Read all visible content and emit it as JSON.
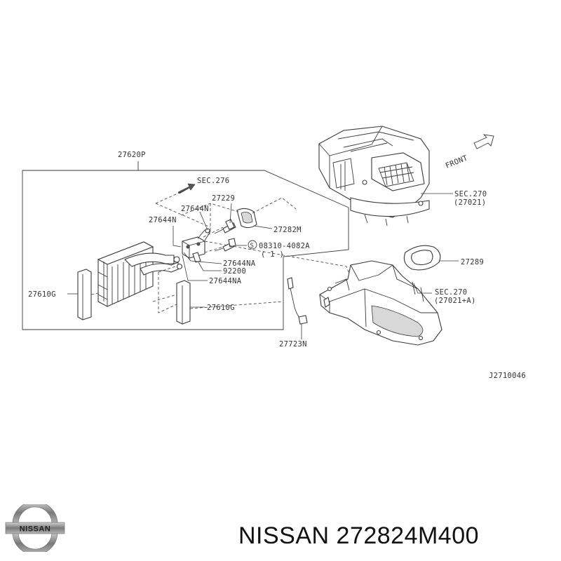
{
  "diagram": {
    "labels": {
      "p27620p": "27620P",
      "sec276": "SEC.276",
      "p27229": "27229",
      "p27644n_a": "27644N",
      "p27644n_b": "27644N",
      "p27282m": "27282M",
      "p08310": "08310-4082A",
      "p08310_qty": "( 1 )",
      "p27644na_a": "27644NA",
      "p92200": "92200",
      "p27644na_b": "27644NA",
      "p27610g_left": "27610G",
      "p27610g_right": "27610G",
      "p27723n": "27723N",
      "p27289": "27289",
      "sec270_top": "SEC.270",
      "sec270_top_ref": "(27021)",
      "sec270_bottom": "SEC.270",
      "sec270_bottom_ref": "(27021+A)",
      "front": "FRONT",
      "diagram_code": "J2710046",
      "screw_symbol": "S"
    }
  },
  "footer": {
    "brand_logo_text": "NISSAN",
    "caption": "NISSAN 272824M400"
  },
  "colors": {
    "ink": "#3a3a3a",
    "logo_chrome": "#8a8a8a",
    "caption": "#111111"
  }
}
